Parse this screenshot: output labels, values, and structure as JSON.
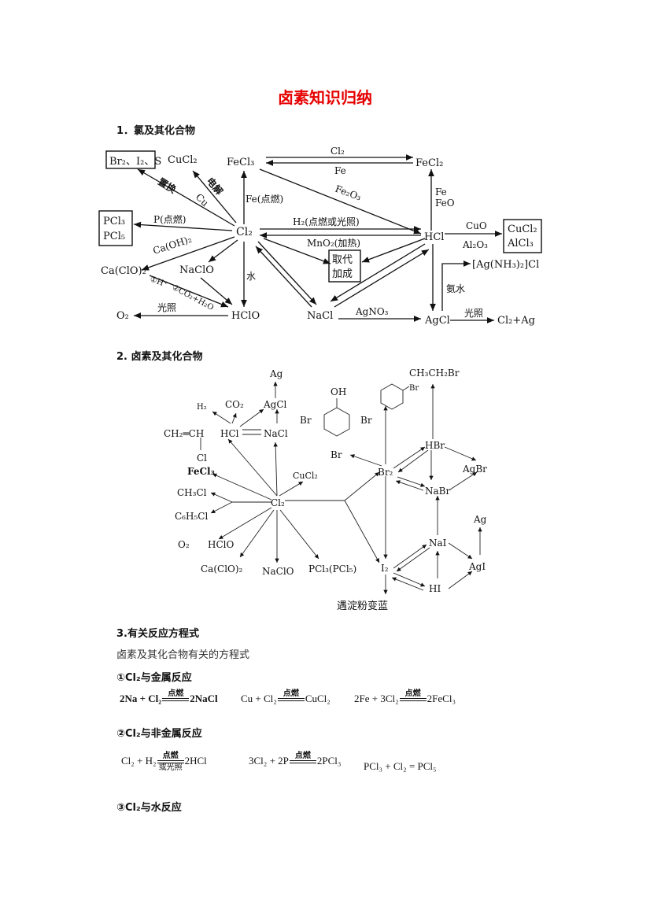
{
  "title": "卤素知识归纳",
  "section1": {
    "heading": "1．氯及其化合物",
    "nodes": {
      "fecl3": "FeCl₃",
      "fecl2": "FeCl₂",
      "br2is": "Br₂、I₂、S",
      "cucl2": "CuCl₂",
      "pcl": "PCl₃ PCl₅",
      "pcl3": "PCl₃",
      "pcl5": "PCl₅",
      "cl2": "Cl₂",
      "hcl": "HCl",
      "cucl2b": "CuCl₂",
      "alcl3": "AlCl₃",
      "caclo2": "Ca(ClO)₂",
      "naclo": "NaClO",
      "qudai": "取代",
      "jiacheng": "加成",
      "agnh3": "[Ag(NH₃)₂]Cl",
      "o2": "O₂",
      "hclo": "HClO",
      "nacl": "NaCl",
      "agcl": "AgCl",
      "cl2ag": "Cl₂+Ag"
    },
    "labels": {
      "cl2_top": "Cl₂",
      "fe": "Fe",
      "fe2o3": "Fe₂O₃",
      "fe_ignite": "Fe(点燃)",
      "fe_feo_1": "Fe",
      "fe_feo_2": "FeO",
      "zhihuan": "置换",
      "cu": "Cu",
      "dianjie": "电解",
      "p_ignite": "P(点燃)",
      "caoh2": "Ca(OH)₂",
      "h2": "H₂(点燃或光照)",
      "mno2": "MnO₂(加热)",
      "cuo": "CuO",
      "al2o3": "Al₂O₃",
      "water": "水",
      "h_plus": "①H⁺",
      "co2h2o": "②CO₂+H₂O",
      "light": "光照",
      "agno3": "AgNO₃",
      "ammonia": "氨水",
      "light2": "光照"
    }
  },
  "section2": {
    "heading": "2. 卤素及其化合物",
    "nodes": {
      "ag": "Ag",
      "h2": "H₂",
      "co2": "CO₂",
      "agcl": "AgCl",
      "ch2ch": "CH₂═CH",
      "cl_sub": "Cl",
      "hcl": "HCl",
      "nacl": "NaCl",
      "fecl3": "FeCl₃",
      "cucl2": "CuCl₂",
      "ch3cl": "CH₃Cl",
      "c6h5cl": "C₆H₅Cl",
      "cl2": "Cl₂",
      "o2": "O₂",
      "hclo": "HClO",
      "caclo2": "Ca(ClO)₂",
      "naclo": "NaClO",
      "pcl": "PCl₃(PCl₅)",
      "oh": "OH",
      "br_a": "Br",
      "br_b": "Br",
      "br_c": "Br",
      "br_ph": "Br",
      "br2": "Br₂",
      "ch3ch2br": "CH₃CH₂Br",
      "hbr": "HBr",
      "agbr": "AgBr",
      "nabr": "NaBr",
      "ag2": "Ag",
      "nai": "NaI",
      "agi": "AgI",
      "i2": "I₂",
      "hi": "HI",
      "starch": "遇淀粉变蓝"
    }
  },
  "section3": {
    "heading": "3.有关反应方程式",
    "subtitle": "卤素及其化合物有关的方程式",
    "part1": {
      "heading": "①Cl₂与金属反应",
      "eqs": [
        {
          "lhs": "2Na + Cl₂",
          "cond": "点燃",
          "rhs": "2NaCl"
        },
        {
          "lhs": "Cu + Cl₂",
          "cond": "点燃",
          "rhs": "CuCl₂"
        },
        {
          "lhs": "2Fe + 3Cl₂",
          "cond": "点燃",
          "rhs": "2FeCl₃"
        }
      ]
    },
    "part2": {
      "heading": "②Cl₂与非金属反应",
      "eq1": {
        "lhs": "Cl₂ + H₂",
        "cond": "点燃",
        "cond2": "或光照",
        "rhs": "2HCl"
      },
      "eq2": {
        "lhs": "3Cl₂ + 2P",
        "cond": "点燃",
        "rhs": "2PCl₃"
      },
      "eq3": "PCl₃ + Cl₂ = PCl₅"
    },
    "part3": {
      "heading": "③Cl₂与水反应"
    }
  }
}
